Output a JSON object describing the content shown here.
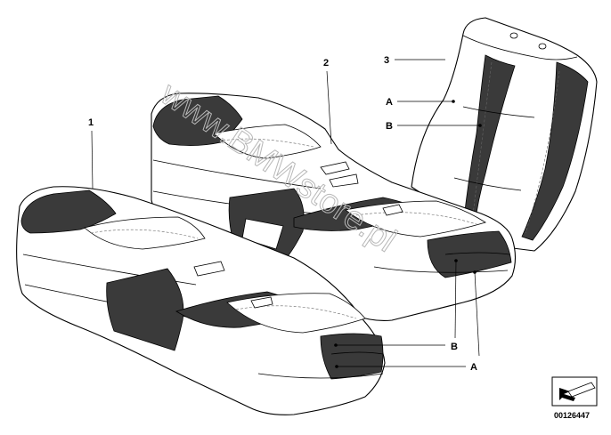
{
  "parts": [
    {
      "id": "part-1",
      "number": "1"
    },
    {
      "id": "part-2",
      "number": "2"
    },
    {
      "id": "part-3",
      "number": "3"
    }
  ],
  "callouts": {
    "backrest_a": "A",
    "backrest_b": "B",
    "cushion_b": "B",
    "cushion_a": "A"
  },
  "watermark": "www.BMWstore.pl",
  "diagram_id": "00126447"
}
